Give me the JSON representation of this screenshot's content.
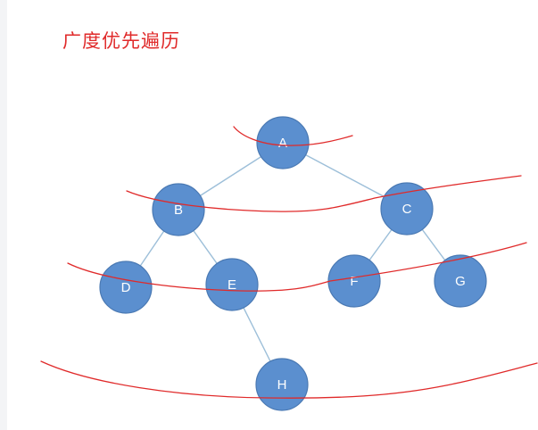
{
  "title": "广度优先遍历",
  "colors": {
    "title": "#e02a2a",
    "node_fill": "#5b8fcf",
    "node_stroke": "#4a79b3",
    "edge": "#9dbfd9",
    "level_line": "#e02a2a"
  },
  "nodes": [
    {
      "id": "A",
      "label": "A"
    },
    {
      "id": "B",
      "label": "B"
    },
    {
      "id": "C",
      "label": "C"
    },
    {
      "id": "D",
      "label": "D"
    },
    {
      "id": "E",
      "label": "E"
    },
    {
      "id": "F",
      "label": "F"
    },
    {
      "id": "G",
      "label": "G"
    },
    {
      "id": "H",
      "label": "H"
    }
  ],
  "edges": [
    {
      "from": "A",
      "to": "B"
    },
    {
      "from": "A",
      "to": "C"
    },
    {
      "from": "B",
      "to": "D"
    },
    {
      "from": "B",
      "to": "E"
    },
    {
      "from": "C",
      "to": "F"
    },
    {
      "from": "C",
      "to": "G"
    },
    {
      "from": "E",
      "to": "H"
    }
  ]
}
